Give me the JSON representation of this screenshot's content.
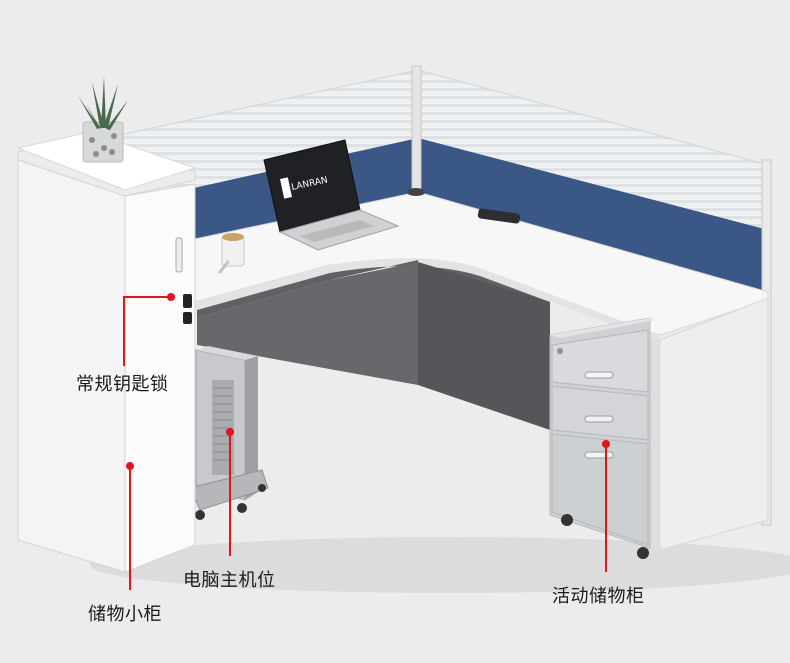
{
  "brand": {
    "laptop_logo_text": "LANRAN"
  },
  "annotations": [
    {
      "id": "lock",
      "text": "常规钥匙锁"
    },
    {
      "id": "cabinet",
      "text": "储物小柜"
    },
    {
      "id": "computer",
      "text": "电脑主机位"
    },
    {
      "id": "drawer",
      "text": "活动储物柜"
    }
  ],
  "colors": {
    "background": "#ececec",
    "panel_blue": "#3a5785",
    "desk_white": "#f7f7f7",
    "modesty_gray": "#5f6165",
    "pedestal_gray": "#c9cbce",
    "annotation_red": "#e0161b"
  }
}
